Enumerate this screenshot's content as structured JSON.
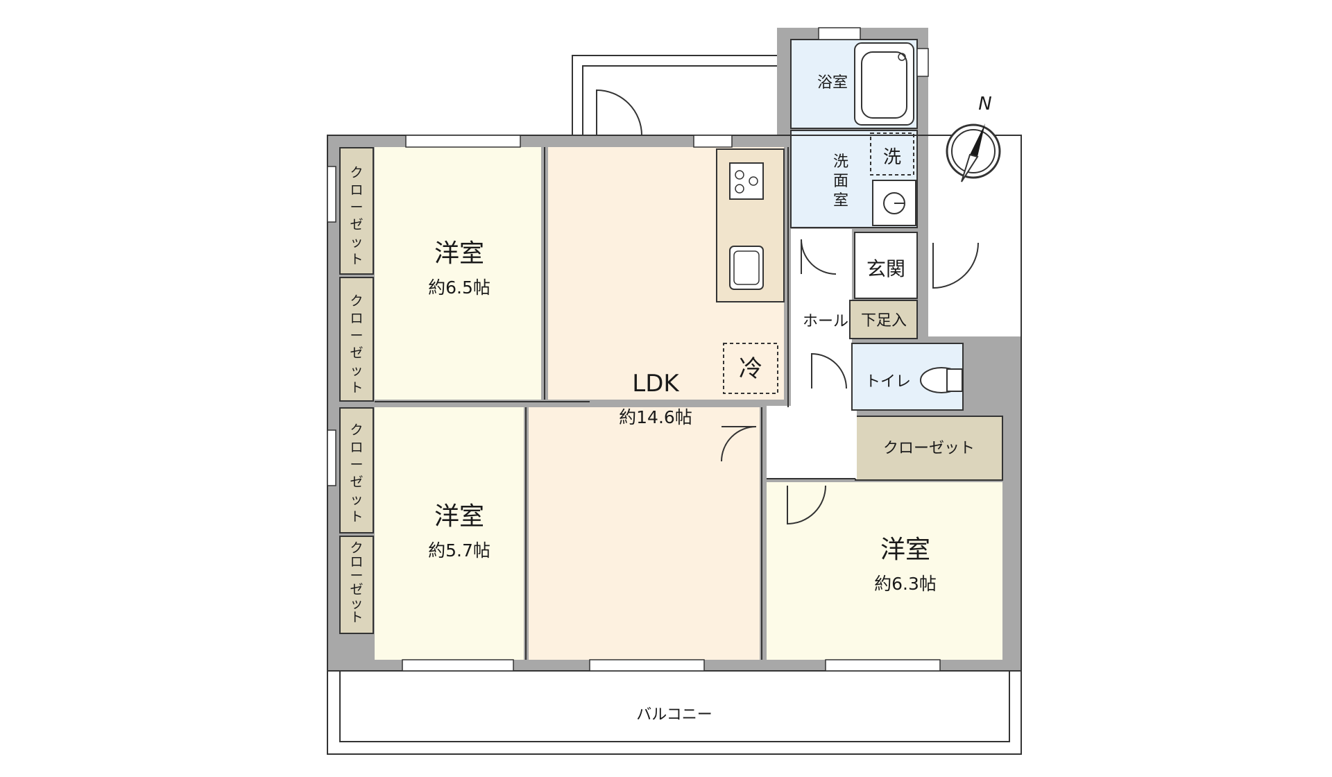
{
  "rooms": {
    "western_1": {
      "name": "洋室",
      "area": "約6.5帖"
    },
    "western_2": {
      "name": "洋室",
      "area": "約5.7帖"
    },
    "western_3": {
      "name": "洋室",
      "area": "約6.3帖"
    },
    "ldk": {
      "name": "LDK",
      "area": "約14.6帖"
    },
    "bath": "浴室",
    "washroom": "洗面室",
    "washroom_chars": [
      "洗",
      "面",
      "室"
    ],
    "entrance": "玄関",
    "shoe_box": "下足入",
    "hall": "ホール",
    "toilet": "トイレ",
    "balcony": "バルコニー",
    "closet": "クローゼット",
    "closet_chars": [
      "ク",
      "ロ",
      "ー",
      "ゼ",
      "ッ",
      "ト"
    ]
  },
  "symbols": {
    "fridge": "冷",
    "washer": "洗",
    "north": "N"
  },
  "colors": {
    "wall": "#a8a8a8",
    "western": "#fdfbe8",
    "ldk": "#fdf1e0",
    "closet": "#dcd5bc",
    "wet": "#e6f1fa",
    "line": "#333333"
  }
}
